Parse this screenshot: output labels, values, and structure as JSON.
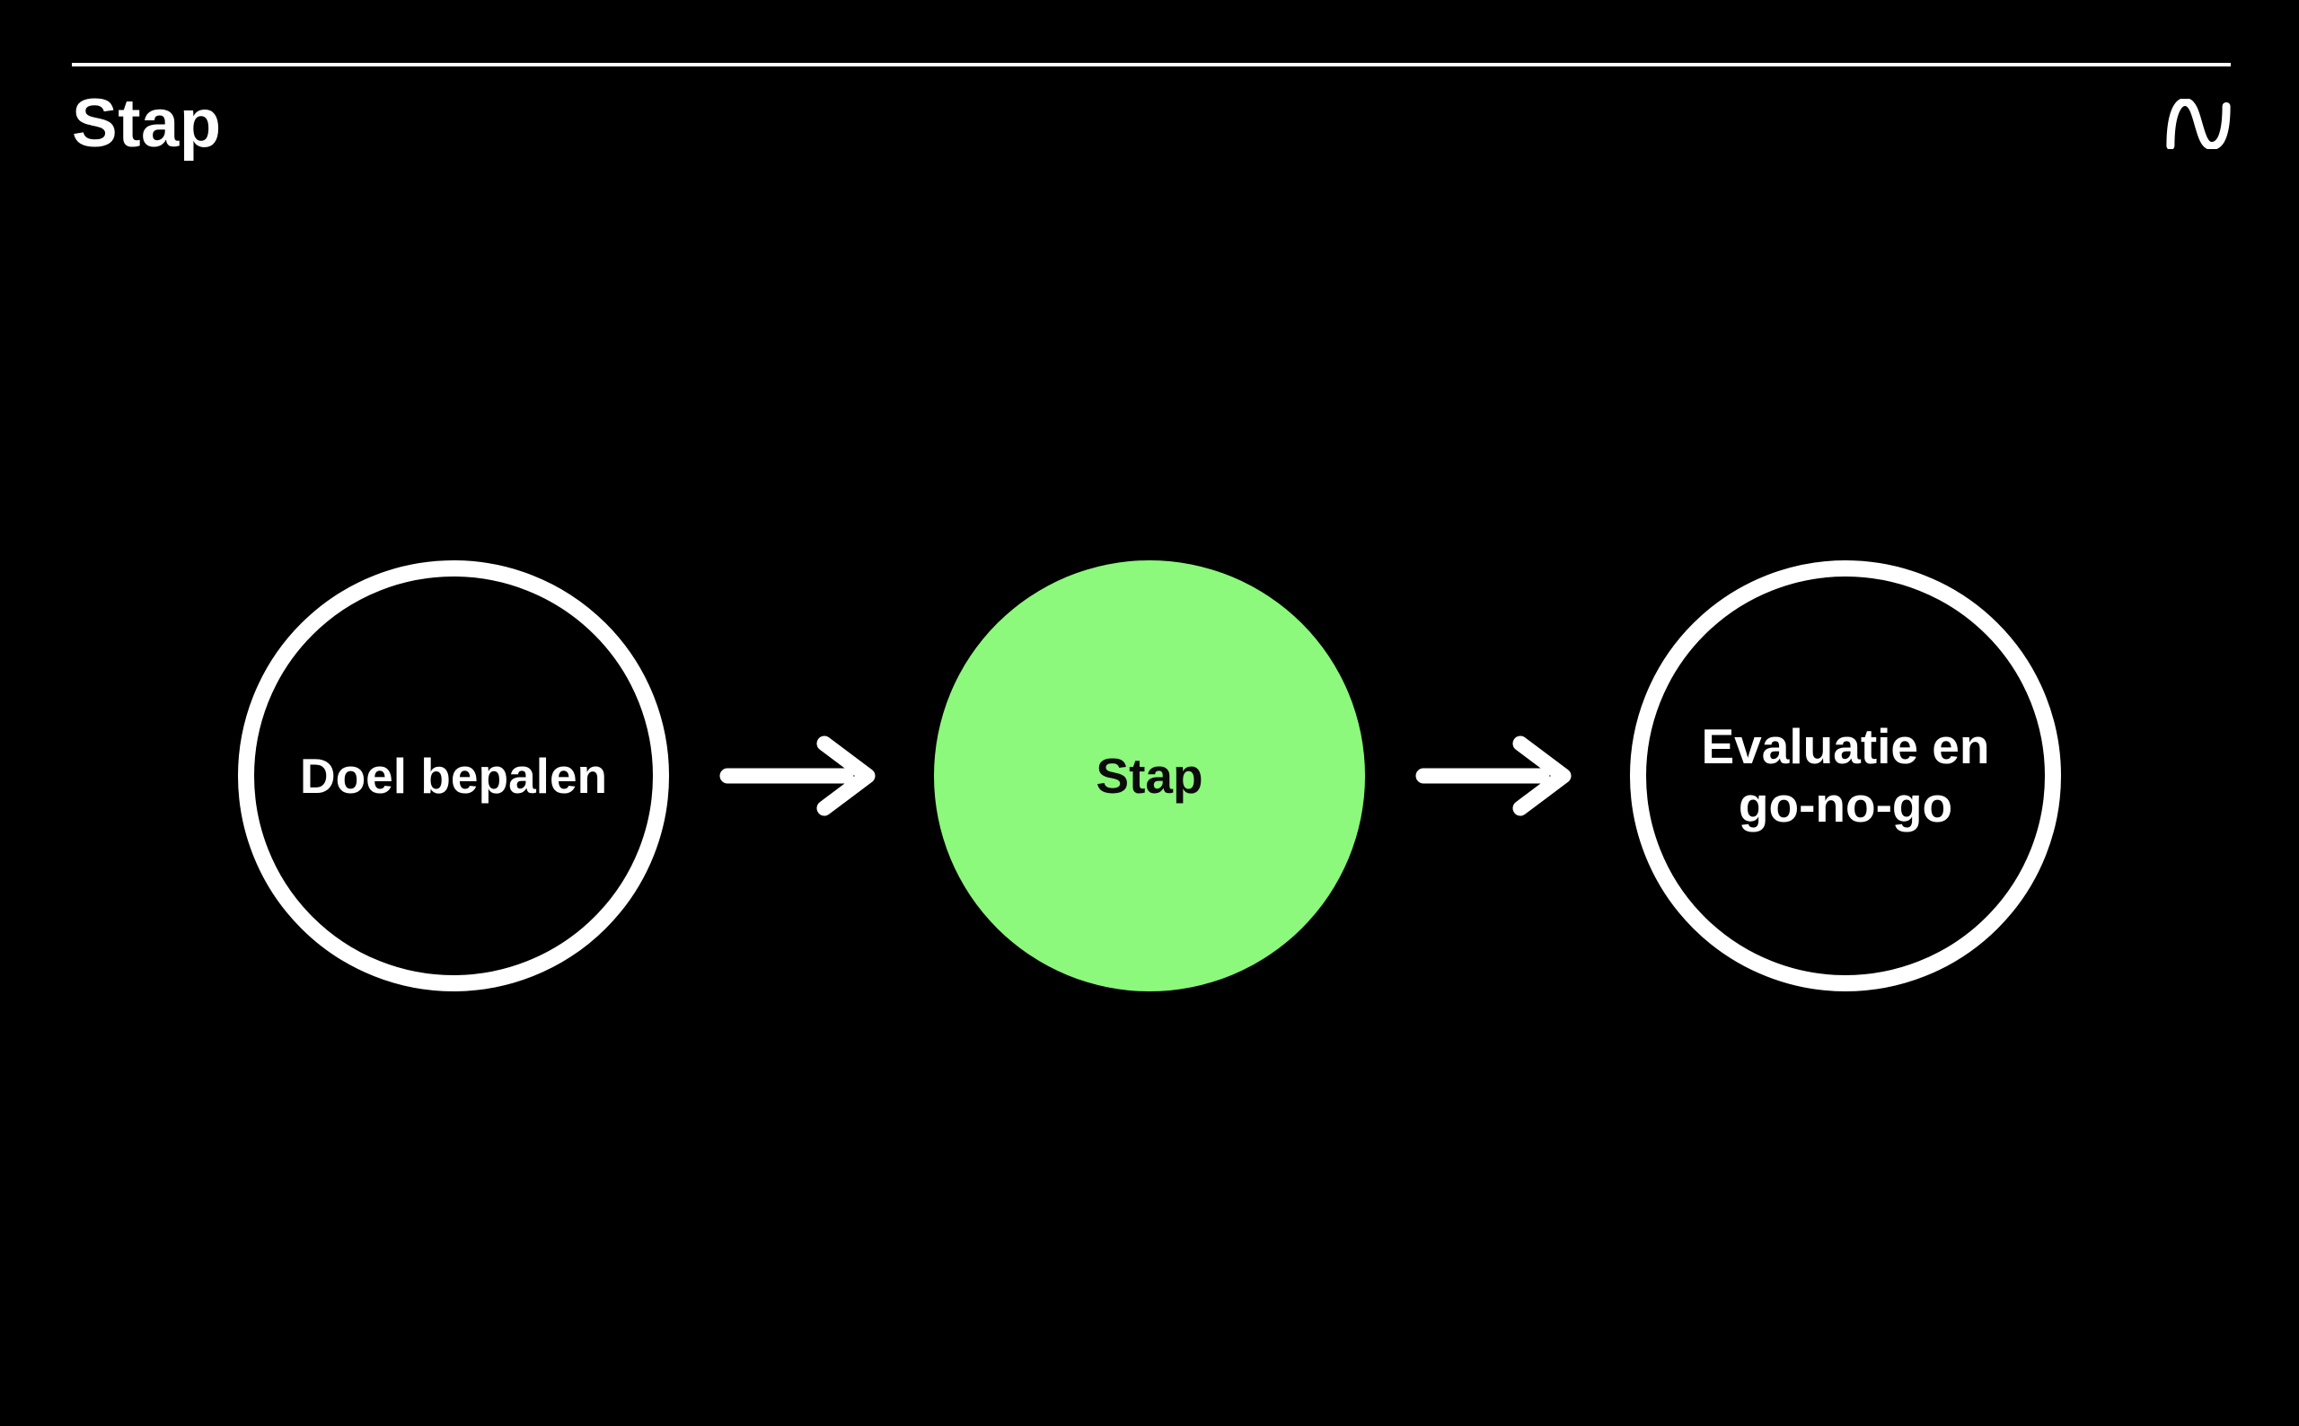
{
  "header": {
    "title": "Stap",
    "logo": "napkin-squiggle-logo"
  },
  "diagram": {
    "type": "flow",
    "direction": "left-to-right",
    "nodes": [
      {
        "label": "Doel bepalen",
        "variant": "outline"
      },
      {
        "label": "Stap",
        "variant": "filled"
      },
      {
        "label": "Evaluatie en go-no-go",
        "variant": "outline"
      }
    ],
    "connectors": [
      {
        "from": "Doel bepalen",
        "to": "Stap",
        "style": "arrow-right"
      },
      {
        "from": "Stap",
        "to": "Evaluatie en go-no-go",
        "style": "arrow-right"
      }
    ]
  },
  "colors": {
    "background": "#000000",
    "foreground": "#ffffff",
    "accent_green": "#8CF87C",
    "filled_node_text": "#0b0b0b"
  }
}
